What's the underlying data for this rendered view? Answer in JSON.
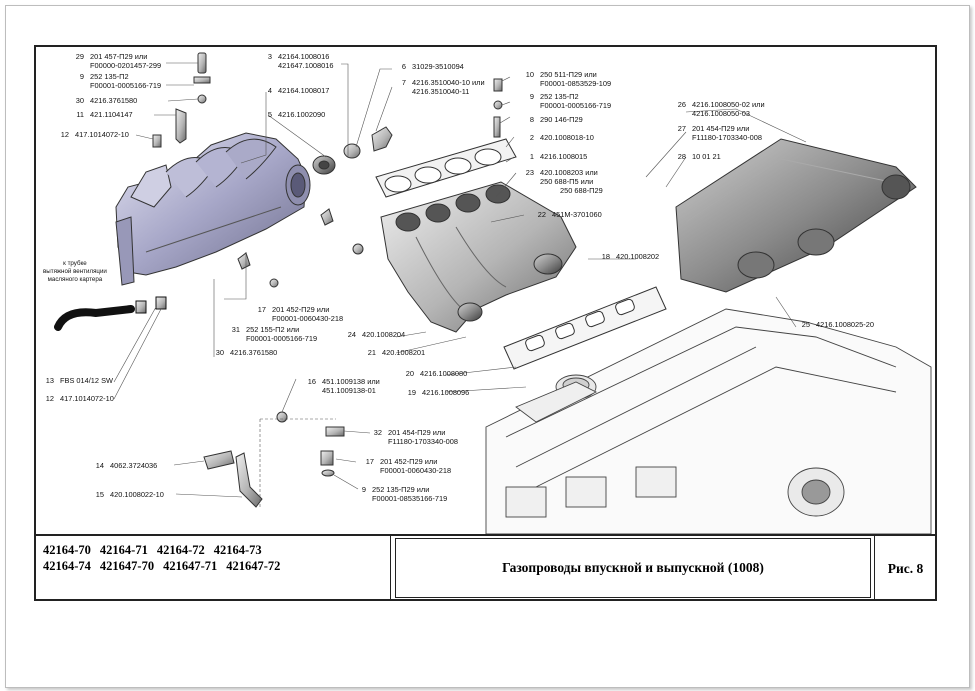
{
  "labels": [
    {
      "n": "29",
      "l1": "201 457-П29 или",
      "l2": "F00000-0201457-299"
    },
    {
      "n": "9",
      "l1": "252 135-П2",
      "l2": "F00001-0005166-719"
    },
    {
      "n": "30",
      "l1": "4216.3761580",
      "l2": ""
    },
    {
      "n": "11",
      "l1": "421.1104147",
      "l2": ""
    },
    {
      "n": "12",
      "l1": "417.1014072-10",
      "l2": ""
    },
    {
      "n": "3",
      "l1": "42164.1008016",
      "l2": "421647.1008016"
    },
    {
      "n": "4",
      "l1": "42164.1008017",
      "l2": ""
    },
    {
      "n": "5",
      "l1": "4216.1002090",
      "l2": ""
    },
    {
      "n": "6",
      "l1": "31029-3510094",
      "l2": ""
    },
    {
      "n": "7",
      "l1": "4216.3510040-10 или",
      "l2": "4216.3510040-11"
    },
    {
      "n": "10",
      "l1": "250 511-П29 или",
      "l2": "F00001-0853529-109"
    },
    {
      "n": "9",
      "l1": "252 135-П2",
      "l2": "F00001-0005166-719"
    },
    {
      "n": "8",
      "l1": "290 146-П29",
      "l2": ""
    },
    {
      "n": "2",
      "l1": "420.1008018-10",
      "l2": ""
    },
    {
      "n": "1",
      "l1": "4216.1008015",
      "l2": ""
    },
    {
      "n": "23",
      "l1": "420.1008203 или",
      "l2": "250 688-П5 или"
    },
    {
      "n": "",
      "l1": "250 688-П29",
      "l2": ""
    },
    {
      "n": "22",
      "l1": "451М-3701060",
      "l2": ""
    },
    {
      "n": "26",
      "l1": "4216.1008050-02 или",
      "l2": "4216.1008050-03"
    },
    {
      "n": "27",
      "l1": "201 454-П29 или",
      "l2": "F11180-1703340-008"
    },
    {
      "n": "28",
      "l1": "10 01 21",
      "l2": ""
    },
    {
      "n": "18",
      "l1": "420.1008202",
      "l2": ""
    },
    {
      "n": "25",
      "l1": "4216.1008025-20",
      "l2": ""
    },
    {
      "n": "17",
      "l1": "201 452-П29 или",
      "l2": "F00001-0060430-218"
    },
    {
      "n": "31",
      "l1": "252 155-П2 или",
      "l2": "F00001-0005166-719"
    },
    {
      "n": "30",
      "l1": "4216.3761580",
      "l2": ""
    },
    {
      "n": "24",
      "l1": "420.1008204",
      "l2": ""
    },
    {
      "n": "21",
      "l1": "420.1008201",
      "l2": ""
    },
    {
      "n": "20",
      "l1": "4216.1008080",
      "l2": ""
    },
    {
      "n": "19",
      "l1": "4216.1008096",
      "l2": ""
    },
    {
      "n": "13",
      "l1": "FBS 014/12 SW",
      "l2": ""
    },
    {
      "n": "12",
      "l1": "417.1014072-10",
      "l2": ""
    },
    {
      "n": "16",
      "l1": "451.1009138 или",
      "l2": "451.1009138-01"
    },
    {
      "n": "32",
      "l1": "201 454-П29 или",
      "l2": "F11180-1703340-008"
    },
    {
      "n": "17",
      "l1": "201 452-П29 или",
      "l2": "F00001-0060430-218"
    },
    {
      "n": "9",
      "l1": "252 135-П29 или",
      "l2": "F00001-08535166-719"
    },
    {
      "n": "14",
      "l1": "4062.3724036",
      "l2": ""
    },
    {
      "n": "15",
      "l1": "420.1008022-10",
      "l2": ""
    }
  ],
  "vent_note": [
    "к трубке",
    "вытяжной вентиляции",
    "масляного картера"
  ],
  "models_line1": [
    "42164-70",
    "42164-71",
    "42164-72",
    "42164-73"
  ],
  "models_line2": [
    "42164-74",
    "421647-70",
    "421647-71",
    "421647-72"
  ],
  "caption": "Газопроводы впускной и выпускной (1008)",
  "figure": "Рис. 8"
}
